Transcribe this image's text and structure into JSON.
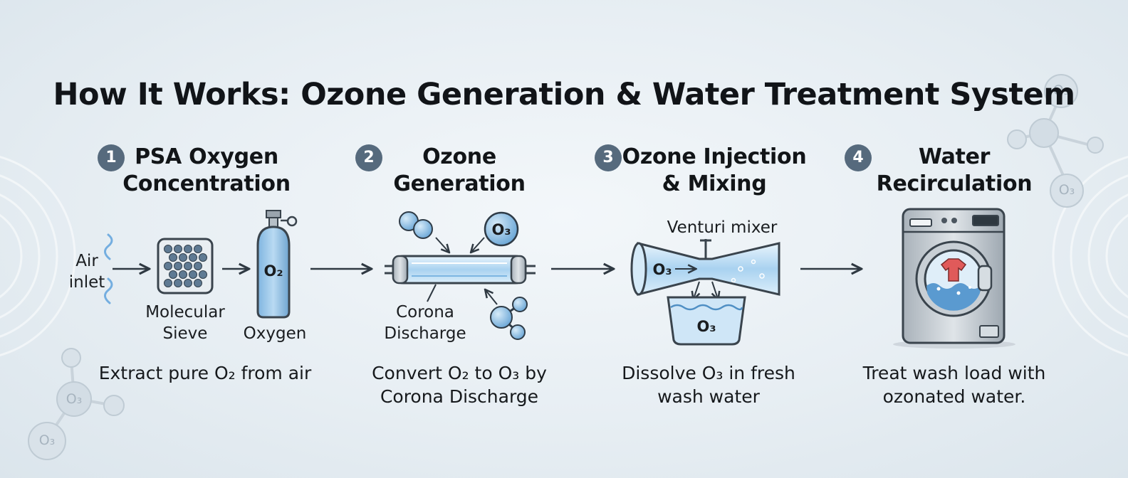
{
  "title": "How It Works: Ozone Generation & Water Treatment System",
  "steps": [
    {
      "number": "1",
      "title": "PSA Oxygen\nConcentration",
      "labels": {
        "air_inlet": "Air\ninlet",
        "sieve": "Molecular\nSieve",
        "oxygen": "Oxygen",
        "cylinder": "O₂"
      },
      "description": "Extract pure O₂ from air"
    },
    {
      "number": "2",
      "title": "Ozone\nGeneration",
      "labels": {
        "corona": "Corona\nDischarge",
        "ozone_bubble": "O₃"
      },
      "description": "Convert O₂ to O₃ by\nCorona Discharge"
    },
    {
      "number": "3",
      "title": "Ozone Injection\n& Mixing",
      "labels": {
        "venturi": "Venturi mixer",
        "venturi_gas": "O₃",
        "basin": "O₃"
      },
      "description": "Dissolve O₃ in fresh\nwash water"
    },
    {
      "number": "4",
      "title": "Water\nRecirculation",
      "labels": {},
      "description": "Treat wash load with\nozonated water."
    }
  ],
  "decor": {
    "molecule_label": "O₃"
  },
  "colors": {
    "badge": "#566a7d",
    "accent_blue": "#6ea9d8",
    "steel": "#3e4852"
  }
}
